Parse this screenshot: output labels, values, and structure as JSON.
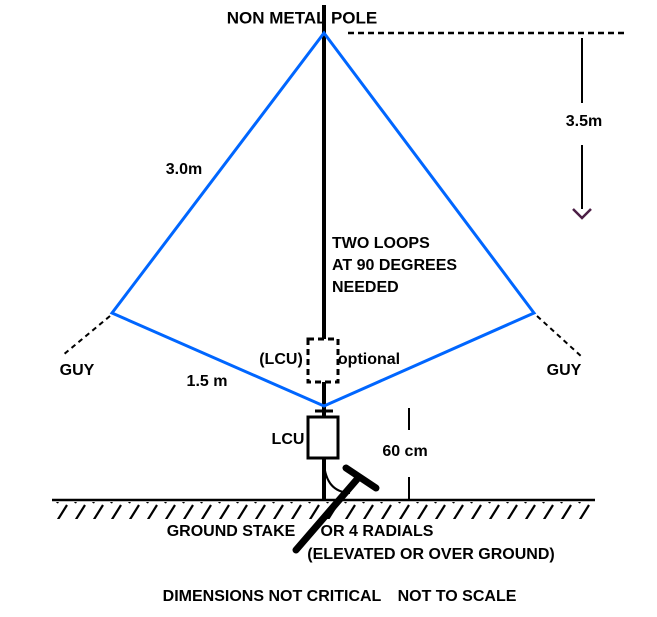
{
  "colors": {
    "background": "#FFFFFF",
    "wire_blue": "#0066FF",
    "line_black": "#000000",
    "arrow_purple": "#4B1E45"
  },
  "diagram": {
    "pole_label": "NON METAL POLE",
    "upper_wire_length": "3.0m",
    "pole_height": "3.5m",
    "loops_note": {
      "line1": "TWO LOOPS",
      "line2": "AT 90 DEGREES",
      "line3": "NEEDED"
    },
    "optional_lcu_label": "(LCU)",
    "optional_label": "optional",
    "guy_left_label": "GUY",
    "guy_right_label": "GUY",
    "lower_wire_length": "1.5 m",
    "lcu_label": "LCU",
    "lcu_height": "60 cm",
    "ground_stake_label": "GROUND STAKE",
    "radials_label": "OR 4 RADIALS",
    "radials_note": "(ELEVATED OR OVER GROUND)",
    "footer_note_left": "DIMENSIONS NOT CRITICAL",
    "footer_note_right": "NOT TO SCALE"
  }
}
